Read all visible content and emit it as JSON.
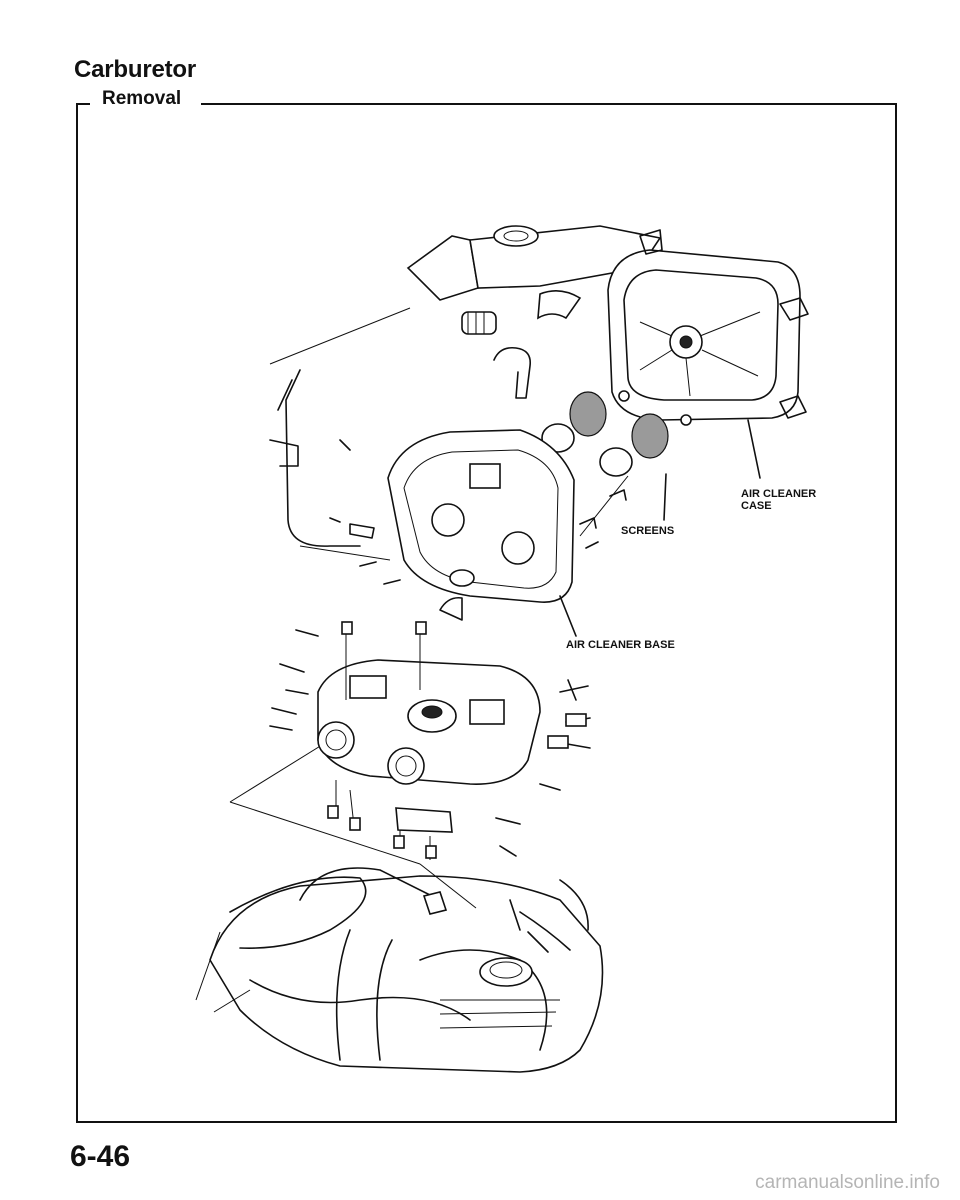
{
  "page": {
    "title": "Carburetor",
    "section": "Removal",
    "page_number": "6-46",
    "watermark": "carmanualsonline.info"
  },
  "diagram": {
    "labels": {
      "air_cleaner_case": "AIR CLEANER\nCASE",
      "screens": "SCREENS",
      "air_cleaner_base": "AIR CLEANER BASE"
    }
  }
}
